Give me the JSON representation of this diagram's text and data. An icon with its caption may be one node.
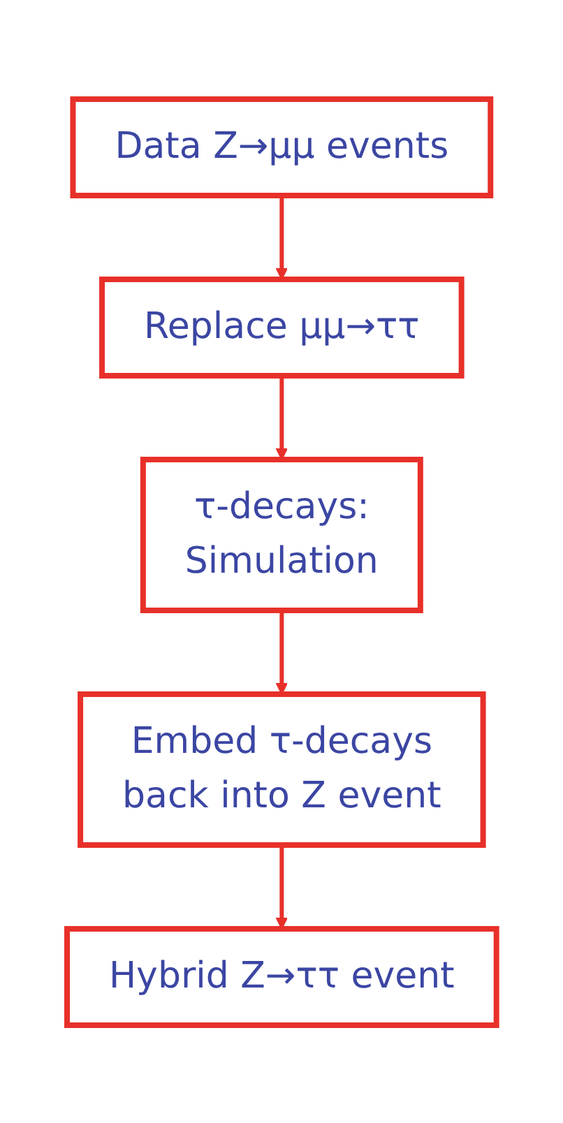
{
  "diagram": {
    "nodes": [
      {
        "text": [
          "Data Z→μμ events"
        ]
      },
      {
        "text": [
          "Replace μμ→ττ"
        ]
      },
      {
        "text": [
          "τ-decays: Simulation"
        ]
      },
      {
        "text": [
          "Embed τ-decays back into Z event"
        ]
      },
      {
        "text": [
          "Hybrid Z→ττ event"
        ]
      }
    ],
    "edges": [
      {
        "from": 0,
        "to": 1,
        "arrow": "to"
      },
      {
        "from": 1,
        "to": 2,
        "arrow": "to"
      },
      {
        "from": 2,
        "to": 3,
        "arrow": "to"
      },
      {
        "from": 3,
        "to": 4,
        "arrow": "to"
      }
    ]
  }
}
